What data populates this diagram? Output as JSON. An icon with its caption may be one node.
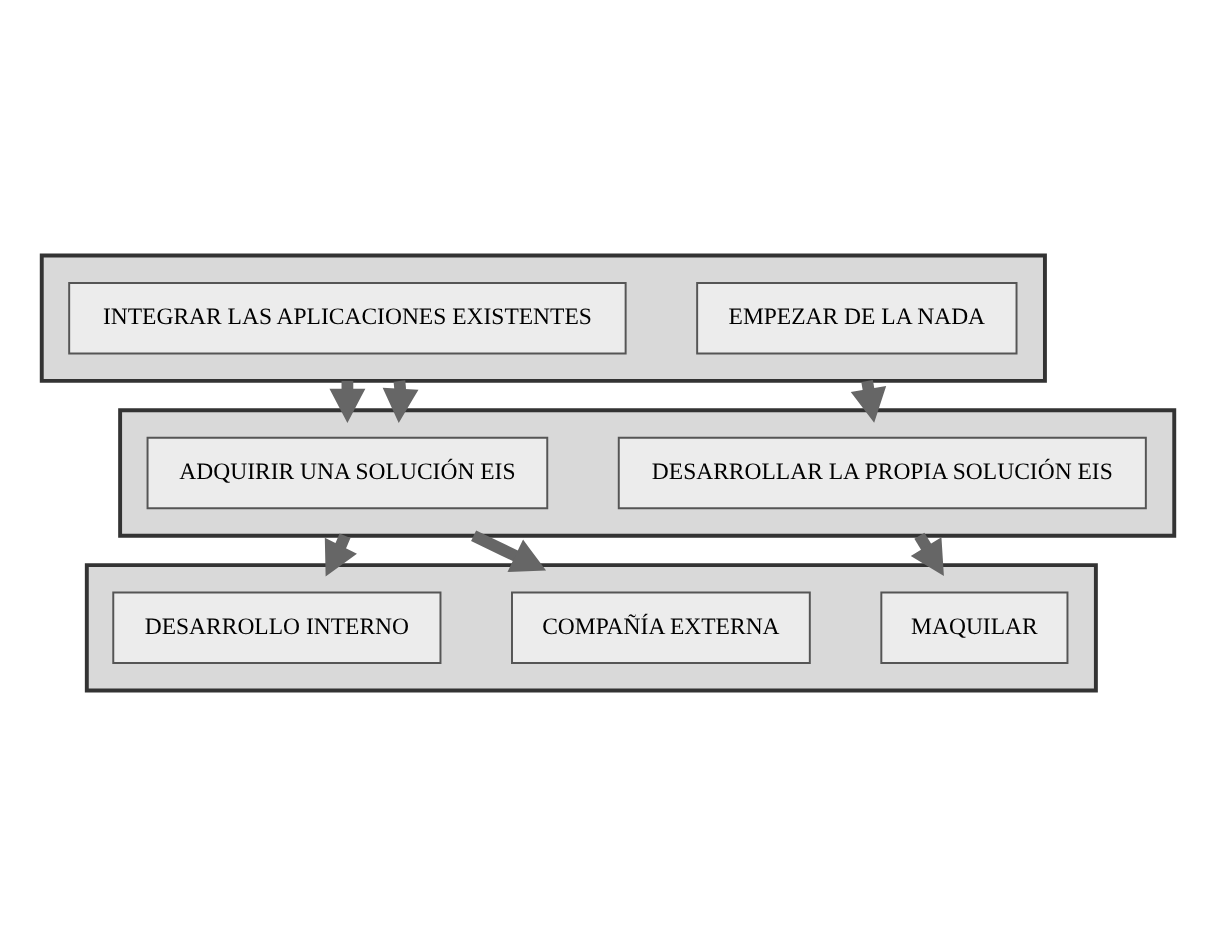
{
  "diagram": {
    "nodes": [
      {
        "text": [],
        "shape": "box"
      },
      {
        "text": [
          "INTEGRAR LAS APLICACIONES EXISTENTES"
        ],
        "in": 0
      },
      {
        "text": [
          "EMPEZAR DE LA NADA"
        ],
        "in": 0
      },
      {
        "text": [],
        "shape": "box"
      },
      {
        "text": [
          "ADQUIRIR UNA SOLUCIÓN EIS"
        ],
        "in": 3
      },
      {
        "text": [
          "DESARROLLAR LA PROPIA SOLUCIÓN EIS"
        ],
        "in": 3
      },
      {
        "text": [],
        "shape": "box"
      },
      {
        "text": [
          "DESARROLLO INTERNO"
        ],
        "in": 6
      },
      {
        "text": [
          "MAQUILAR"
        ],
        "in": 6
      },
      {
        "text": [
          "COMPAÑÍA EXTERNA"
        ],
        "in": 6
      }
    ],
    "edges": [
      {
        "from": 0,
        "to": 3,
        "arrow": "to"
      },
      {
        "from": 0,
        "to": 3,
        "arrow": "to"
      },
      {
        "from": 0,
        "to": 3,
        "arrow": "to"
      },
      {
        "from": 3,
        "to": 6,
        "arrow": "to"
      },
      {
        "from": 3,
        "to": 6,
        "arrow": "to"
      },
      {
        "from": 3,
        "to": 6,
        "arrow": "to"
      }
    ]
  }
}
